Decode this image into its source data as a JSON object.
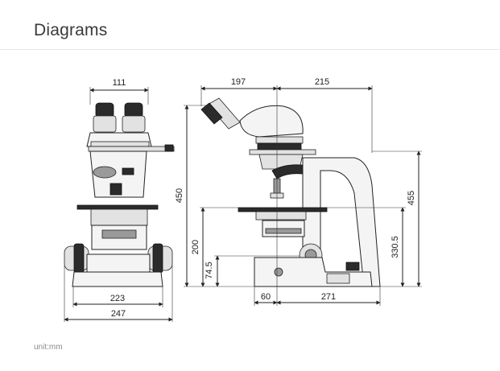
{
  "page": {
    "title": "Diagrams",
    "unit_note": "unit:mm"
  },
  "front_view": {
    "dims": {
      "top_width": "111",
      "base_inner_width": "223",
      "base_outer_width": "247"
    }
  },
  "side_view": {
    "dims": {
      "rear_depth": "197",
      "front_depth": "215",
      "total_height": "450",
      "overall_height": "455",
      "stage_height": "330.5",
      "stage_from_base": "200",
      "focus_knob_height": "74.5",
      "foot_offset": "60",
      "base_depth": "271"
    }
  }
}
